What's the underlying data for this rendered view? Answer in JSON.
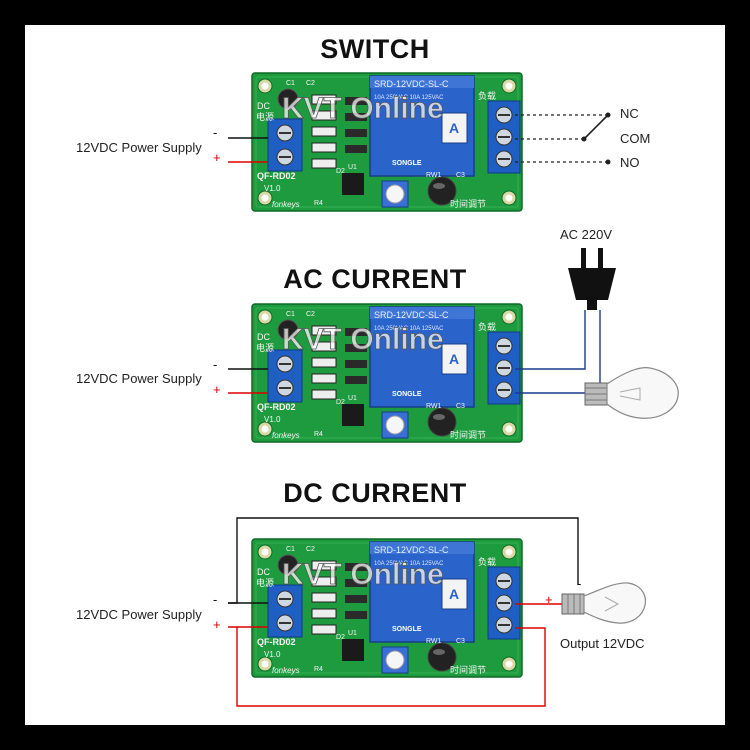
{
  "watermark": "KVT Online",
  "panels": [
    {
      "title": "SWITCH",
      "supply_label": "12VDC Power Supply",
      "minus": "-",
      "plus": "+",
      "outputs": [
        "NC",
        "COM",
        "NO"
      ]
    },
    {
      "title": "AC CURRENT",
      "supply_label": "12VDC Power Supply",
      "minus": "-",
      "plus": "+",
      "source_label": "AC 220V"
    },
    {
      "title": "DC CURRENT",
      "supply_label": "12VDC Power Supply",
      "minus": "-",
      "plus": "+",
      "bulb_minus": "-",
      "bulb_plus": "+",
      "output_label": "Output 12VDC"
    }
  ],
  "board": {
    "relay_model": "SRD-12VDC-SL-C",
    "relay_rating": "10A 250VAC 10A 125VAC",
    "relay_brand": "SONGLE",
    "model": "QF-RD02",
    "version": "V1.0",
    "maker": "fonkeys",
    "silk_power": "电源",
    "silk_load": "负载",
    "silk_time": "时间调节",
    "silk_c1": "C1",
    "silk_c2": "C2",
    "silk_c3": "C3",
    "silk_d2": "D2",
    "silk_u1": "U1",
    "silk_rw1": "RW1",
    "silk_r4": "R4",
    "silk_dc": "DC"
  }
}
